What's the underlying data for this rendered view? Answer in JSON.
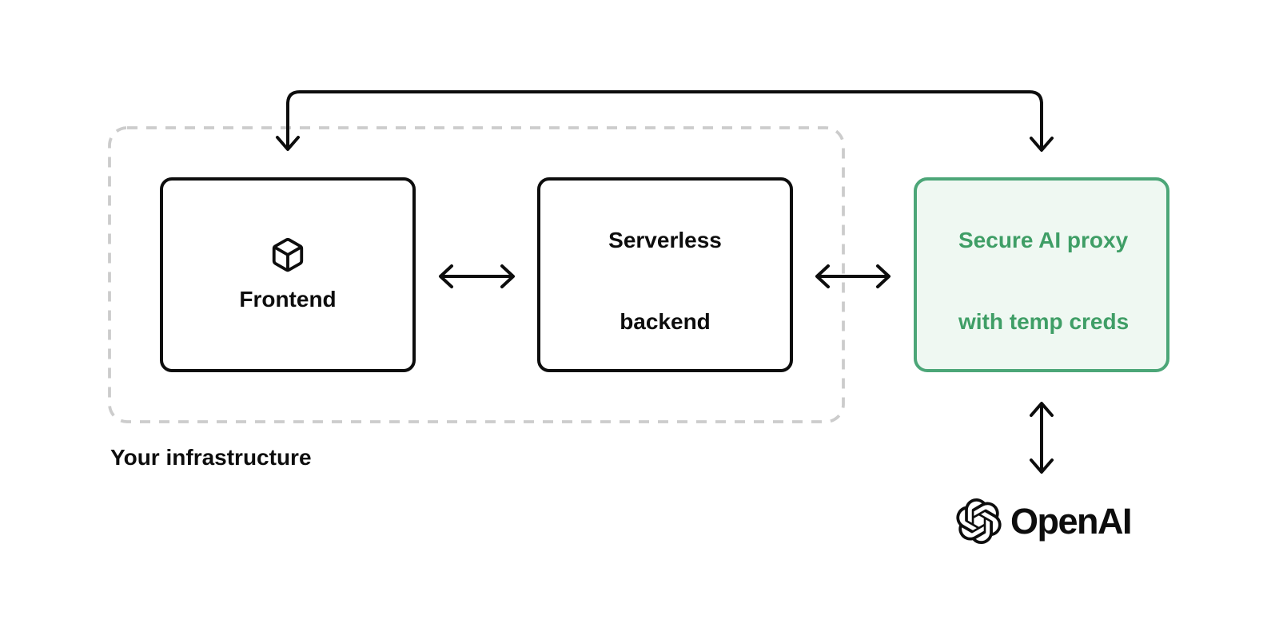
{
  "infrastructure": {
    "label": "Your infrastructure"
  },
  "nodes": {
    "frontend": {
      "label": "Frontend",
      "icon": "box-icon"
    },
    "serverless_backend": {
      "label_line1": "Serverless",
      "label_line2": "backend",
      "icon": "zap-icon"
    },
    "secure_proxy": {
      "label_line1": "Secure AI proxy",
      "label_line2": "with temp creds",
      "icon": "audio-waveform-icon"
    },
    "openai": {
      "label": "OpenAI",
      "icon": "openai-logo-icon"
    }
  },
  "connections": [
    {
      "from": "frontend",
      "to": "secure_proxy",
      "style": "routed-top",
      "arrowheads": "both-down"
    },
    {
      "from": "frontend",
      "to": "serverless_backend",
      "style": "horizontal",
      "arrowheads": "both"
    },
    {
      "from": "serverless_backend",
      "to": "secure_proxy",
      "style": "horizontal",
      "arrowheads": "both"
    },
    {
      "from": "secure_proxy",
      "to": "openai",
      "style": "vertical",
      "arrowheads": "both"
    }
  ],
  "colors": {
    "line_black": "#0d0d0d",
    "dash_gray": "#cccccc",
    "green_border": "#4ca678",
    "green_text": "#3f9e66",
    "green_fill": "#eff8f2",
    "bg": "#ffffff"
  }
}
